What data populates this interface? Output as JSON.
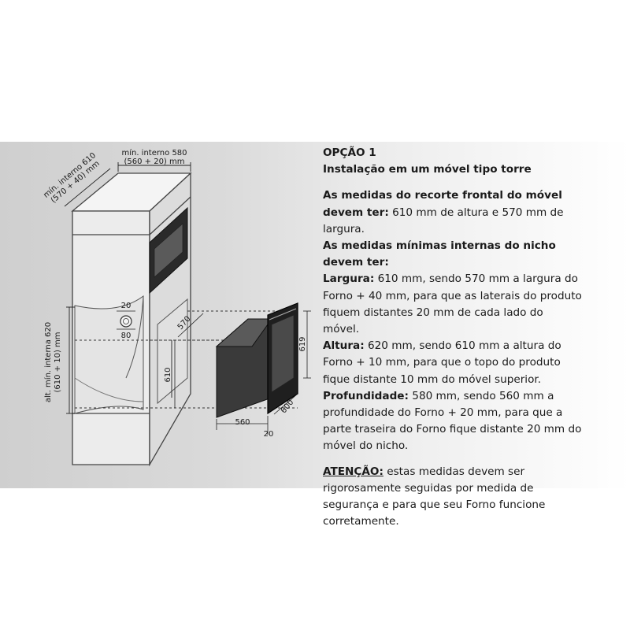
{
  "diagram": {
    "labels": {
      "min_interno_580": "mín. interno 580",
      "min_interno_580_sub": "(560 + 20) mm",
      "min_interno_610": "mín. interno 610",
      "min_interno_610_sub": "(570 + 40) mm",
      "alt_min": "alt. mín. interna 620",
      "alt_min_sub": "(610 + 10) mm",
      "d20_top": "20",
      "d80": "80",
      "d570": "570",
      "d610": "610",
      "d619": "619",
      "d560": "560",
      "d20_bottom": "20",
      "d600": "600"
    }
  },
  "text": {
    "option_title": "OPÇÃO 1",
    "option_subtitle": "Instalação em um móvel tipo torre",
    "p1_bold": "As medidas do recorte frontal do móvel devem ter:",
    "p1_text": " 610 mm de altura e 570 mm de largura.",
    "p2_bold": "As medidas mínimas internas do nicho devem ter:",
    "largura_label": "Largura:",
    "largura_text": " 610 mm, sendo 570 mm a largura do Forno + 40 mm, para que as laterais do produto fiquem distantes 20 mm de cada lado do móvel.",
    "altura_label": "Altura:",
    "altura_text": " 620 mm, sendo 610 mm a altura do Forno + 10 mm, para que o topo do produto fique distante 10 mm do móvel superior.",
    "profundidade_label": "Profundidade:",
    "profundidade_text": " 580 mm, sendo 560 mm a profundidade do Forno + 20 mm, para que a parte traseira do Forno fique distante 20 mm do móvel do nicho.",
    "atencao_label": "ATENÇÃO:",
    "atencao_text": " estas medidas devem ser rigorosamente seguidas por medida de segurança e para que seu Forno funcione corretamente."
  }
}
